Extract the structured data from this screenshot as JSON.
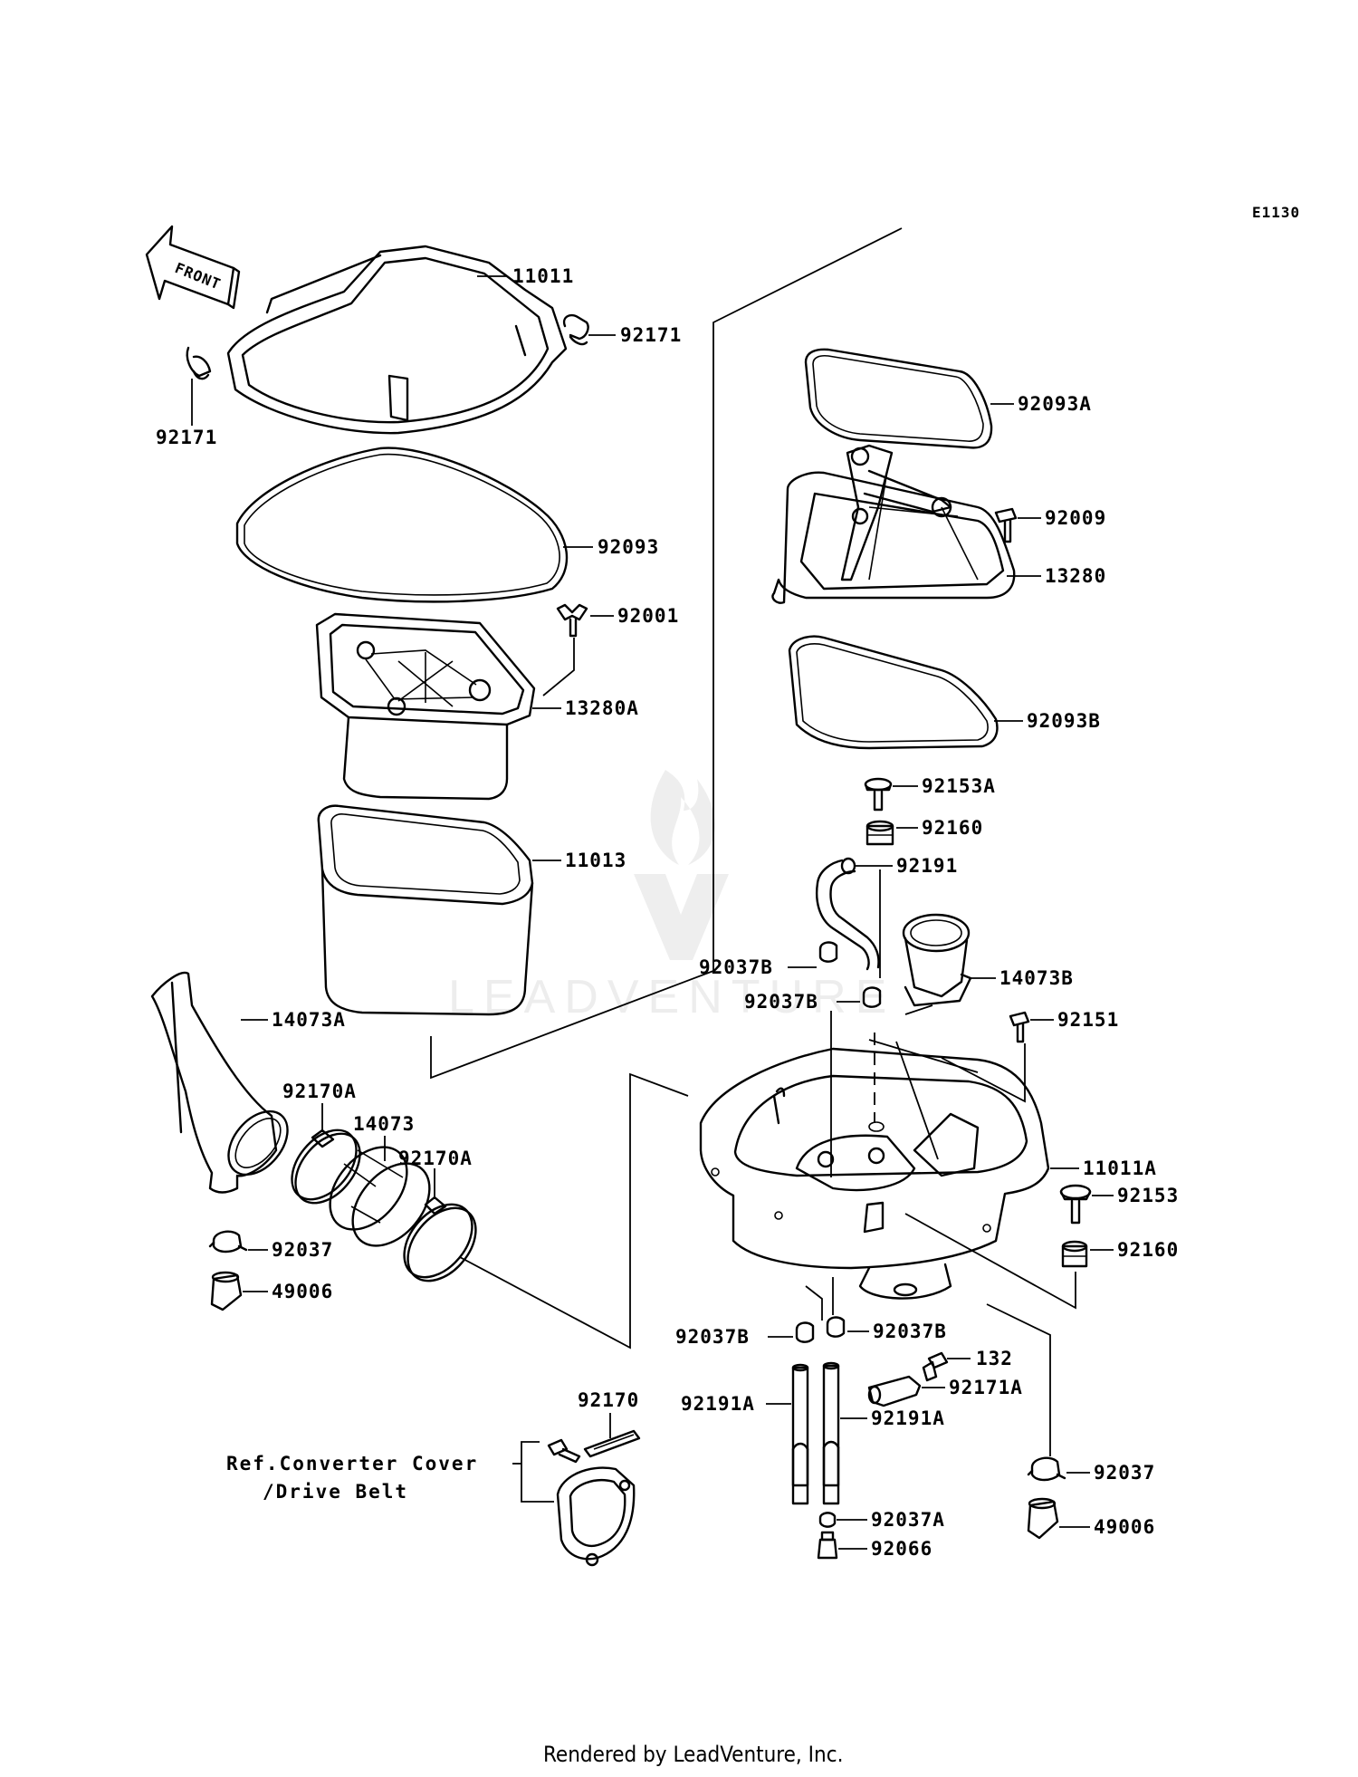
{
  "diagram": {
    "code": "E1130",
    "front_label": "FRONT",
    "footer": "Rendered by LeadVenture, Inc.",
    "watermark": "LEADVENTURE",
    "reference_note": [
      "Ref.Converter Cover",
      "/Drive Belt"
    ]
  },
  "labels": {
    "p11011": "11011",
    "p92171_r": "92171",
    "p92171_l": "92171",
    "p92093": "92093",
    "p92001": "92001",
    "p13280A": "13280A",
    "p11013": "11013",
    "p14073A": "14073A",
    "p92170A_1": "92170A",
    "p14073": "14073",
    "p92170A_2": "92170A",
    "p92037_l": "92037",
    "p49006_l": "49006",
    "p92093A": "92093A",
    "p92009": "92009",
    "p13280": "13280",
    "p92093B": "92093B",
    "p92153A": "92153A",
    "p92160_t": "92160",
    "p92191": "92191",
    "p92037B_1": "92037B",
    "p14073B": "14073B",
    "p92037B_2": "92037B",
    "p92151": "92151",
    "p11011A": "11011A",
    "p92153": "92153",
    "p92160_b": "92160",
    "p92037B_3": "92037B",
    "p92037B_4": "92037B",
    "p132": "132",
    "p92171A": "92171A",
    "p92191A_1": "92191A",
    "p92191A_2": "92191A",
    "p92170": "92170",
    "p92037_r": "92037",
    "p49006_r": "49006",
    "p92037A": "92037A",
    "p92066": "92066"
  }
}
